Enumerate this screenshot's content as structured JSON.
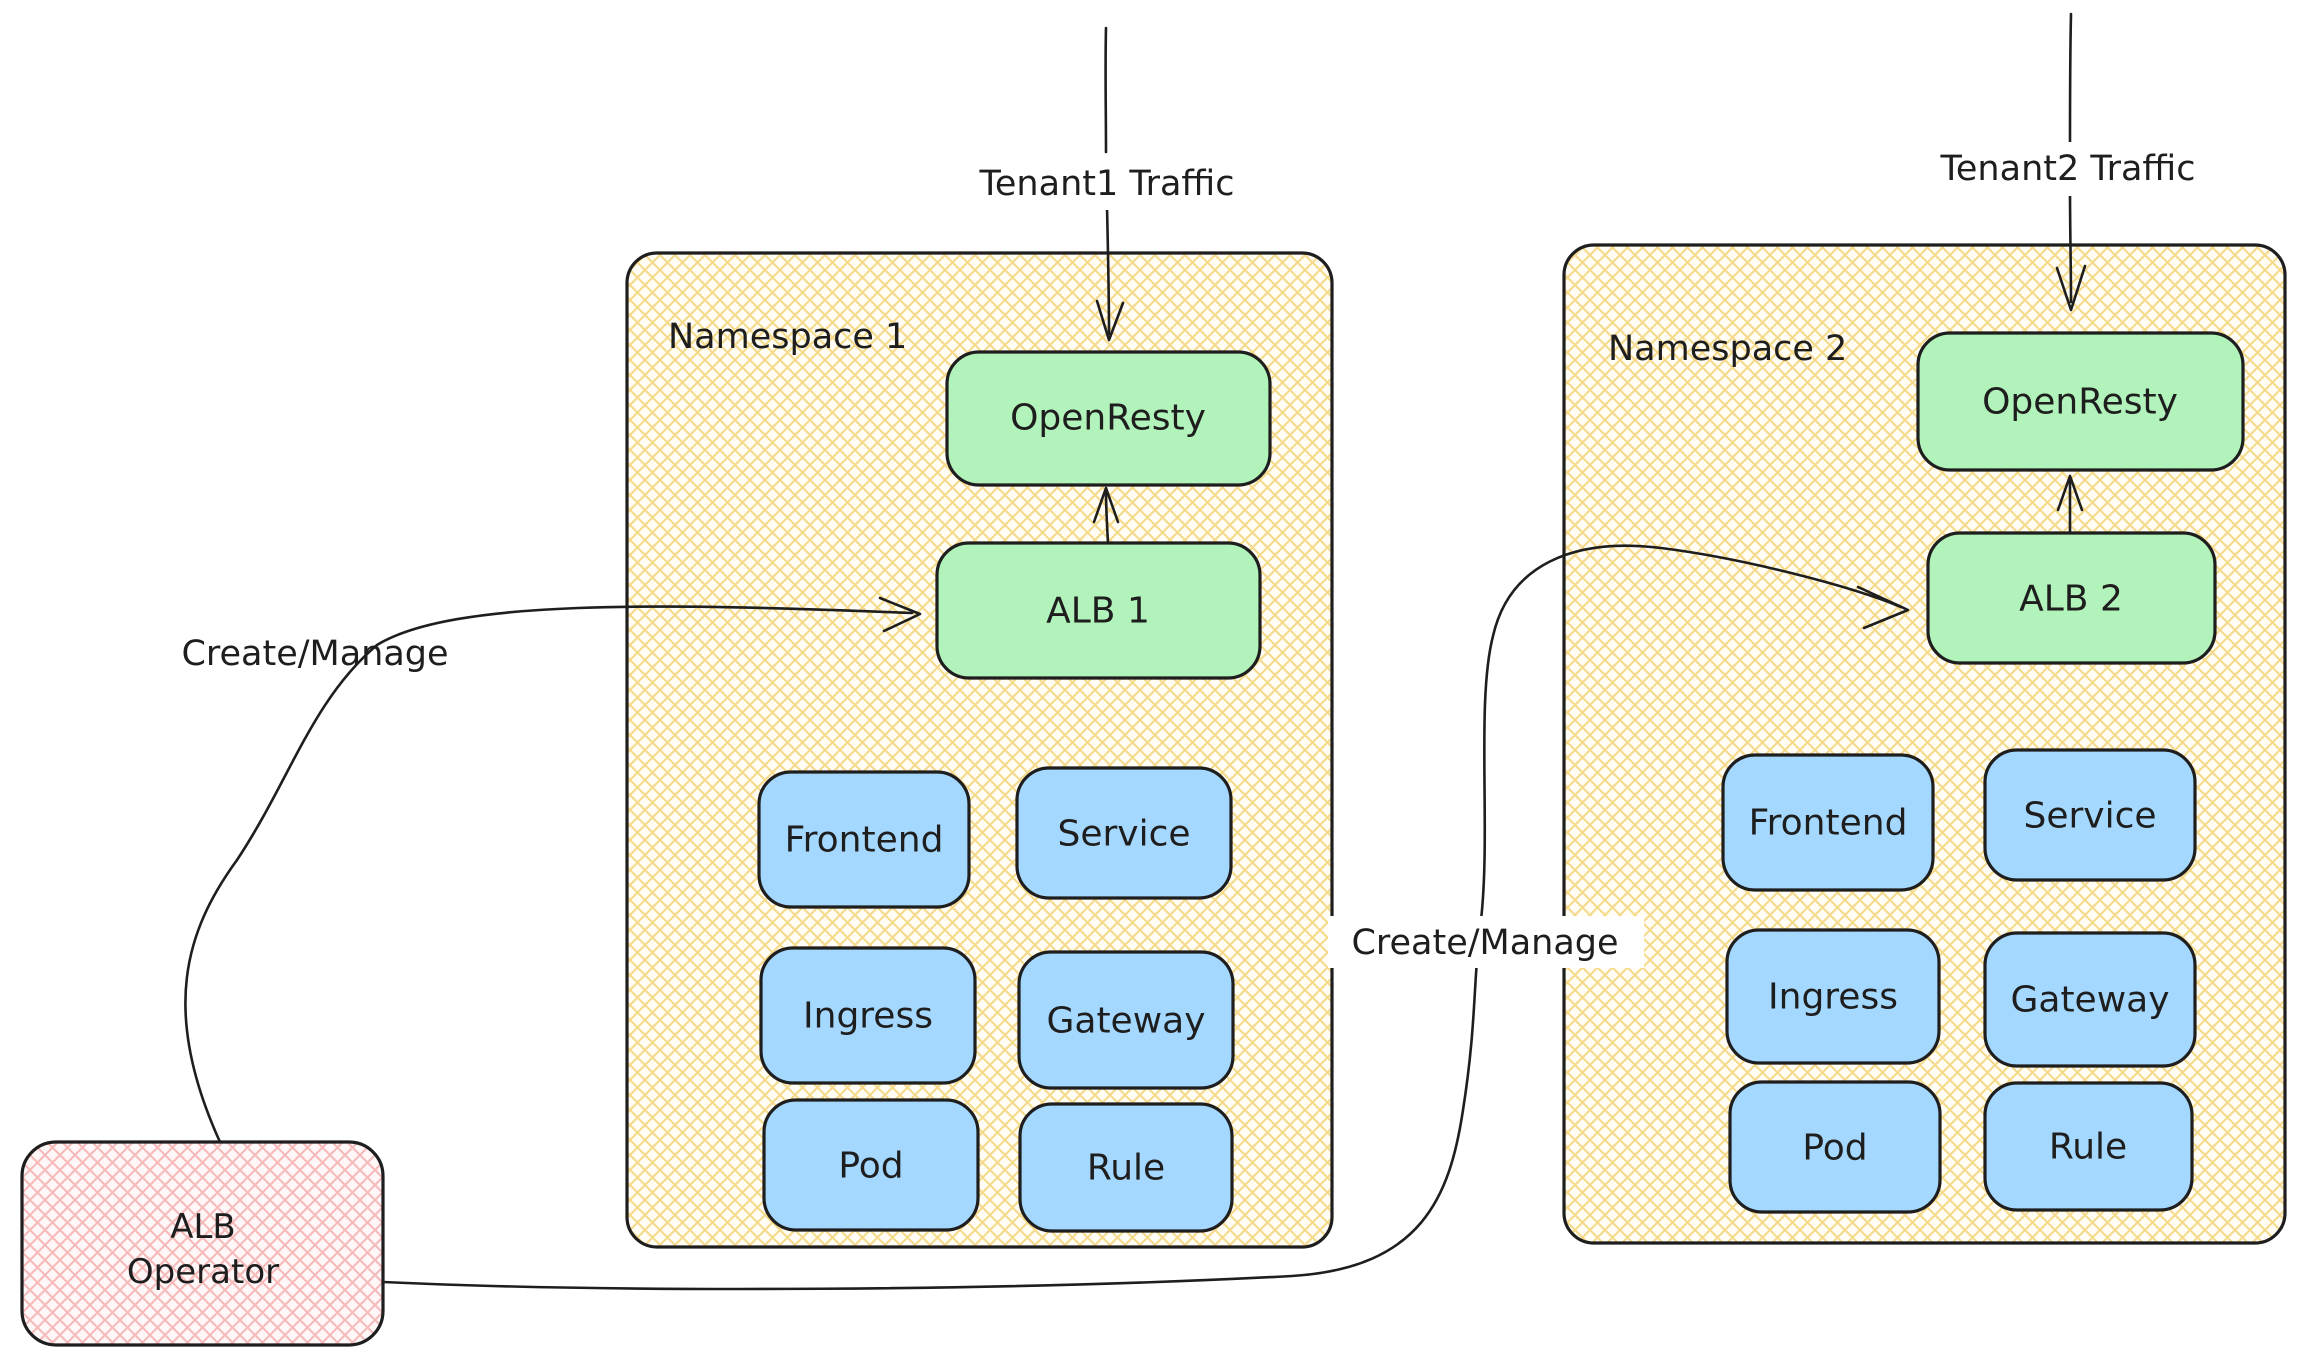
{
  "labels": {
    "tenant1_traffic": "Tenant1 Traffic",
    "tenant2_traffic": "Tenant2 Traffic",
    "create_manage_left": "Create/Manage",
    "create_manage_right": "Create/Manage"
  },
  "alb_operator": {
    "line1": "ALB",
    "line2": "Operator"
  },
  "namespace1": {
    "title": "Namespace 1",
    "openresty": "OpenResty",
    "alb": "ALB 1",
    "resources": [
      "Frontend",
      "Service",
      "Ingress",
      "Gateway",
      "Pod",
      "Rule"
    ]
  },
  "namespace2": {
    "title": "Namespace 2",
    "openresty": "OpenResty",
    "alb": "ALB 2",
    "resources": [
      "Frontend",
      "Service",
      "Ingress",
      "Gateway",
      "Pod",
      "Rule"
    ]
  },
  "colors": {
    "stroke_dark": "#1e1e1e",
    "box_green": "#b2f2bb",
    "box_blue": "#a5d8ff",
    "hatch_yellow": "#f6da8b",
    "hatch_pink": "#f6baba",
    "namespace_bg": "#fffdf4",
    "operator_bg": "#fff7f7",
    "label_bg": "#ffffff"
  }
}
